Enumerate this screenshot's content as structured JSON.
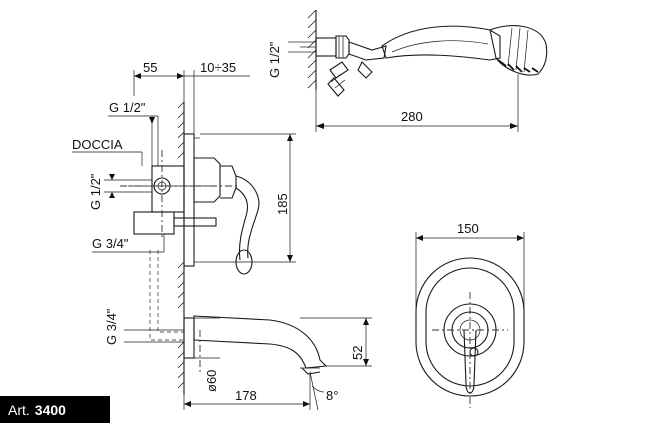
{
  "badge": {
    "prefix": "Art.",
    "number": "3400"
  },
  "labels": {
    "shower_head_thread": "G 1/2\"",
    "shower_head_length": "280",
    "offset_55": "55",
    "wall_range": "10÷35",
    "inlet_thread": "G 1/2\"",
    "doccia": "DOCCIA",
    "doccia_thread": "G 1/2\"",
    "body_height": "185",
    "lower_thread": "G 3/4\"",
    "spout_thread": "G 3/4\"",
    "spout_diameter": "ø60",
    "spout_length": "178",
    "spout_angle": "8°",
    "spout_height": "52",
    "plate_width": "150"
  }
}
